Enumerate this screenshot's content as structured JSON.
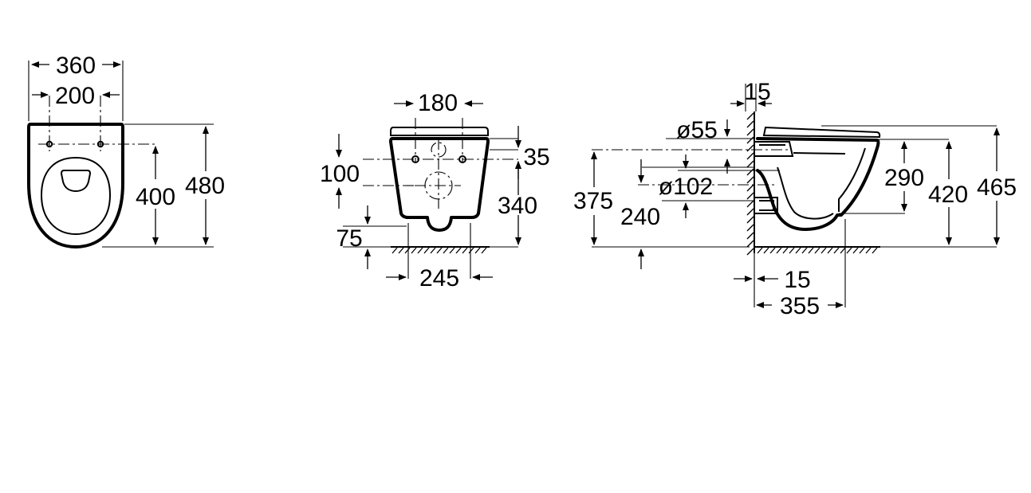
{
  "views": {
    "top_view": {
      "labels": {
        "width": "360",
        "holes": "200",
        "depth": "480",
        "hole_depth": "400"
      }
    },
    "front_view": {
      "labels": {
        "holes": "180",
        "hole_offset": "35",
        "hole_height": "100",
        "outlet_height": "340",
        "bottom_gap": "75",
        "base_width": "245"
      }
    },
    "side_view": {
      "labels": {
        "wall_top": "15",
        "inlet_diameter": "ø55",
        "outlet_diameter": "ø102",
        "inlet_height": "375",
        "outlet_height": "240",
        "bowl_height": "290",
        "rim_height": "420",
        "total_height": "465",
        "wall_gap": "15",
        "projection": "355"
      }
    }
  },
  "colors": {
    "line": "#000000",
    "background": "#ffffff"
  }
}
